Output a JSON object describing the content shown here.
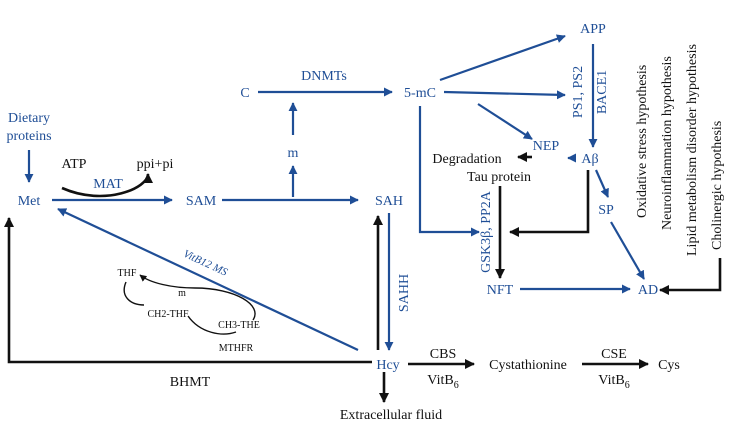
{
  "colors": {
    "blue": "#1f4e96",
    "black": "#111111"
  },
  "nodes": {
    "dietary_line1": "Dietary",
    "dietary_line2": "proteins",
    "atp": "ATP",
    "ppi": "ppi+pi",
    "mat": "MAT",
    "met": "Met",
    "sam": "SAM",
    "m_top": "m",
    "c": "C",
    "dnmts": "DNMTs",
    "five_mc": "5-mC",
    "sah": "SAH",
    "app": "APP",
    "ps": "PS1, PS2",
    "bace": "BACE1",
    "nep": "NEP",
    "degradation": "Degradation",
    "abeta": "Aβ",
    "tau": "Tau protein",
    "gsk": "GSK3β, PP2A",
    "sp": "SP",
    "nft": "NFT",
    "ad": "AD",
    "sahh": "SAHH",
    "vitb12": "VitB12 MS",
    "thf": "THF",
    "m_cycle": "m",
    "ch2": "CH2-THF",
    "ch3": "CH3-THE",
    "mthfr": "MTHFR",
    "hcy": "Hcy",
    "bhmt": "BHMT",
    "cbs": "CBS",
    "vitb6_1": "VitB",
    "sub6": "6",
    "cysta": "Cystathionine",
    "cse": "CSE",
    "vitb6_2": "VitB",
    "cys": "Cys",
    "extracellular": "Extracellular fluid"
  },
  "hypotheses": [
    "Oxidative stress hypothesis",
    "Neuroinflammation hypothesis",
    "Lipid metabolism disorder hypothesis",
    "Cholinergic hypothesis"
  ]
}
